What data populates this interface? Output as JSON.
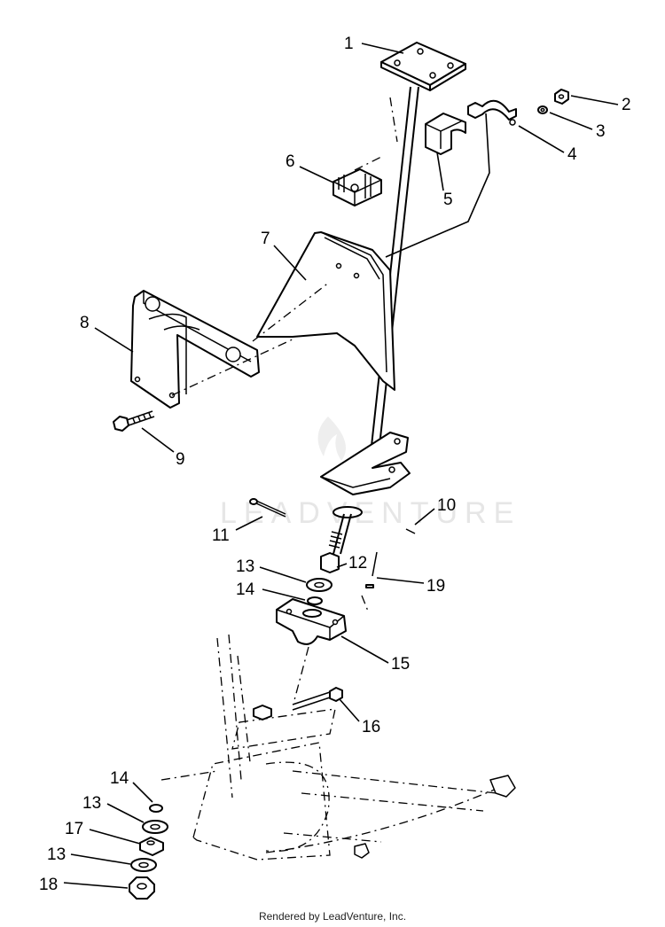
{
  "watermark": "LEADVENTURE",
  "footer": "Rendered by LeadVenture, Inc.",
  "callouts": [
    {
      "id": "c1",
      "text": "1"
    },
    {
      "id": "c2",
      "text": "2"
    },
    {
      "id": "c3",
      "text": "3"
    },
    {
      "id": "c4",
      "text": "4"
    },
    {
      "id": "c5",
      "text": "5"
    },
    {
      "id": "c6",
      "text": "6"
    },
    {
      "id": "c7",
      "text": "7"
    },
    {
      "id": "c8",
      "text": "8"
    },
    {
      "id": "c9",
      "text": "9"
    },
    {
      "id": "c10",
      "text": "10"
    },
    {
      "id": "c11",
      "text": "11"
    },
    {
      "id": "c12",
      "text": "12"
    },
    {
      "id": "c13a",
      "text": "13"
    },
    {
      "id": "c14a",
      "text": "14"
    },
    {
      "id": "c15",
      "text": "15"
    },
    {
      "id": "c16",
      "text": "16"
    },
    {
      "id": "c19",
      "text": "19"
    },
    {
      "id": "c14b",
      "text": "14"
    },
    {
      "id": "c13b",
      "text": "13"
    },
    {
      "id": "c17",
      "text": "17"
    },
    {
      "id": "c13c",
      "text": "13"
    },
    {
      "id": "c18",
      "text": "18"
    }
  ]
}
